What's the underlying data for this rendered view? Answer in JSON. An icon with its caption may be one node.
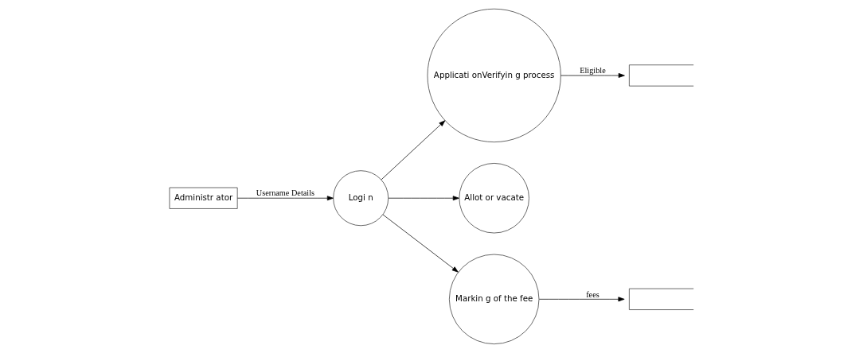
{
  "diagram": {
    "nodes": [
      {
        "text": [
          "Administr ator"
        ]
      },
      {
        "text": [
          "Logi n"
        ]
      },
      {
        "text": [
          "Applicati onVerifyin g process"
        ]
      },
      {
        "text": [
          "Allot or vacate"
        ]
      },
      {
        "text": [
          "Markin g of the fee"
        ]
      },
      {
        "text": [],
        "shape": "box"
      },
      {
        "text": [],
        "shape": "box"
      }
    ],
    "edges": [
      {
        "from": 0,
        "to": 1,
        "arrow": "to",
        "label": "Username Details"
      },
      {
        "from": 1,
        "to": 2,
        "arrow": "to"
      },
      {
        "from": 1,
        "to": 3,
        "arrow": "to"
      },
      {
        "from": 1,
        "to": 4,
        "arrow": "to"
      },
      {
        "from": 2,
        "to": 5,
        "arrow": "to",
        "label": "Eligible"
      },
      {
        "from": 4,
        "to": 6,
        "arrow": "to",
        "label": "fees"
      }
    ]
  }
}
